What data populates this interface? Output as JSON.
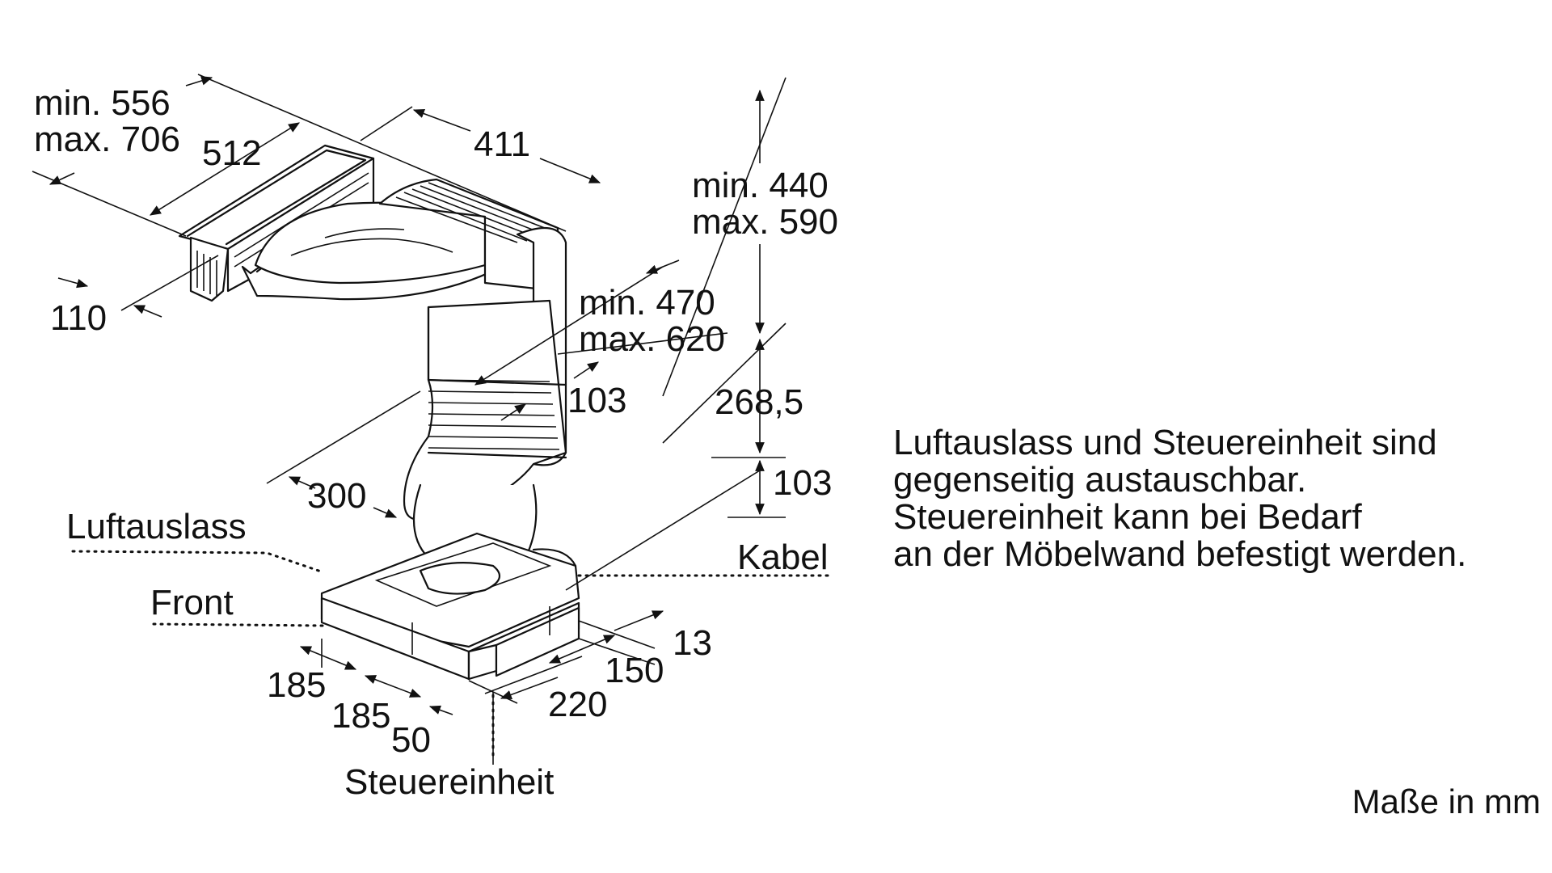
{
  "dimensions": {
    "min_556": "min. 556",
    "max_706": "max. 706",
    "d512": "512",
    "d411": "411",
    "min_440": "min. 440",
    "max_590": "max. 590",
    "d110": "110",
    "min_470": "min. 470",
    "max_620": "max. 620",
    "d103_upper": "103",
    "d268_5": "268,5",
    "d103_right": "103",
    "d300": "300",
    "d13": "13",
    "d150": "150",
    "d220": "220",
    "d185_a": "185",
    "d185_b": "185",
    "d50": "50"
  },
  "labels": {
    "luftauslass": "Luftauslass",
    "kabel": "Kabel",
    "front": "Front",
    "steuereinheit": "Steuereinheit"
  },
  "note_lines": [
    "Luftauslass und Steuereinheit sind",
    "gegenseitig austauschbar.",
    "Steuereinheit kann bei Bedarf",
    "an der Möbelwand befestigt werden."
  ],
  "units": "Maße in mm"
}
